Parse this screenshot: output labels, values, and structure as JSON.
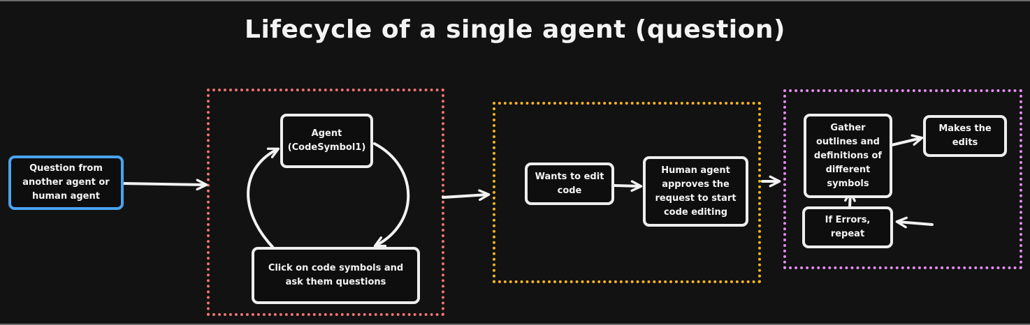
{
  "title": "Lifecycle of a single agent (question)",
  "colors": {
    "background": "#121212",
    "node_border": "#eeeeee",
    "start_border": "#4aa3f0",
    "group_question": "#f07372",
    "group_approval": "#f5b51e",
    "group_editing": "#e38cf0",
    "arrow": "#f2f2f2"
  },
  "start_node": {
    "label": "Question from\nanother agent or\nhuman agent"
  },
  "groups": [
    {
      "name": "question-loop",
      "nodes": [
        {
          "label": "Agent\n(CodeSymbol1)"
        },
        {
          "label": "Click on code symbols and\nask them questions"
        }
      ]
    },
    {
      "name": "approval",
      "nodes": [
        {
          "label": "Wants to edit\ncode"
        },
        {
          "label": "Human agent\napproves the\nrequest to start\ncode editing"
        }
      ]
    },
    {
      "name": "editing",
      "nodes": [
        {
          "label": "Gather\noutlines and\ndefinitions of\ndifferent\nsymbols"
        },
        {
          "label": "Makes the\nedits"
        },
        {
          "label": "If Errors,\nrepeat"
        }
      ]
    }
  ],
  "edges": [
    {
      "from": "Question from another agent or human agent",
      "to": "question-loop group"
    },
    {
      "from": "Agent (CodeSymbol1)",
      "to": "Click on code symbols and ask them questions"
    },
    {
      "from": "Click on code symbols and ask them questions",
      "to": "Agent (CodeSymbol1)"
    },
    {
      "from": "question-loop group",
      "to": "approval group"
    },
    {
      "from": "Wants to edit code",
      "to": "Human agent approves the request to start code editing"
    },
    {
      "from": "approval group",
      "to": "editing group"
    },
    {
      "from": "Gather outlines and definitions of different symbols",
      "to": "Makes the edits"
    },
    {
      "from": "If Errors, repeat",
      "to": "Gather outlines and definitions of different symbols"
    },
    {
      "from": "(external)",
      "to": "If Errors, repeat"
    }
  ]
}
